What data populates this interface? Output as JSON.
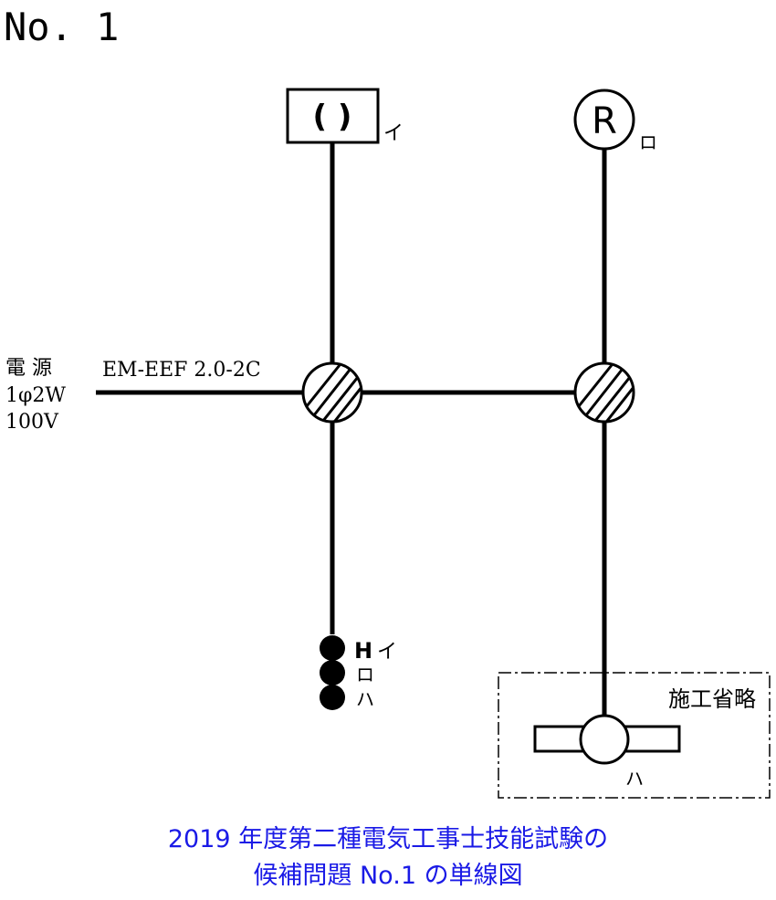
{
  "diagram": {
    "number_label": "No. 1",
    "power_source": {
      "label_line1": "電 源",
      "label_line2": "1φ2W",
      "label_line3": "100V"
    },
    "cable_label": "EM-EEF 2.0-2C",
    "fixtures": {
      "ceiling_light": {
        "symbol": "( )",
        "tag": "イ"
      },
      "receptacle_light": {
        "symbol": "R",
        "tag": "ロ"
      },
      "fan": {
        "tag": "ハ"
      }
    },
    "switches": {
      "s1": "H",
      "s1_tag": "イ",
      "s2_tag": "ロ",
      "s3_tag": "ハ"
    },
    "omitted_box_label": "施工省略"
  },
  "caption": {
    "line1": "2019 年度第二種電気工事士技能試験の",
    "line2": "候補問題 No.1 の単線図"
  }
}
